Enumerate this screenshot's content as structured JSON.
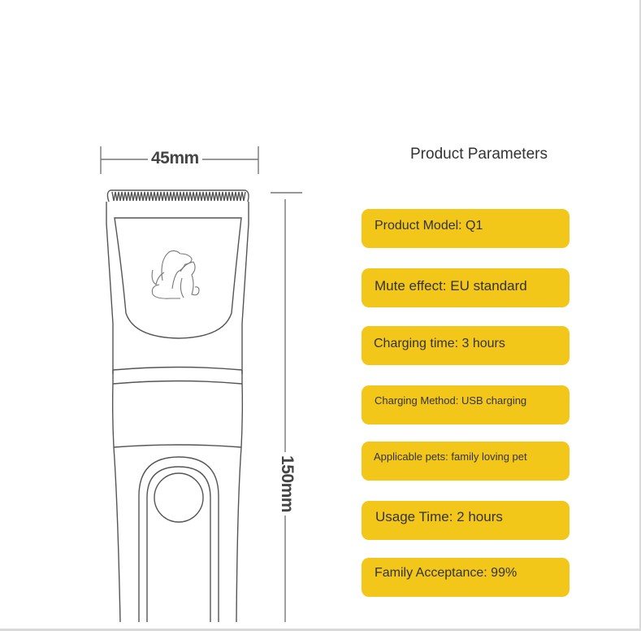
{
  "dimensions": {
    "width_label": "45mm",
    "height_label": "150mm"
  },
  "title": "Product Parameters",
  "parameters": [
    {
      "label": "Product Model: Q1"
    },
    {
      "label": "Mute effect: EU standard"
    },
    {
      "label": "Charging time: 3 hours"
    },
    {
      "label": "Charging Method: USB charging"
    },
    {
      "label": "Applicable pets: family loving pet"
    },
    {
      "label": "Usage Time: 2 hours"
    },
    {
      "label": "Family Acceptance: 99%"
    }
  ],
  "colors": {
    "accent": "#f2c719",
    "line": "#555555",
    "text": "#333333"
  }
}
